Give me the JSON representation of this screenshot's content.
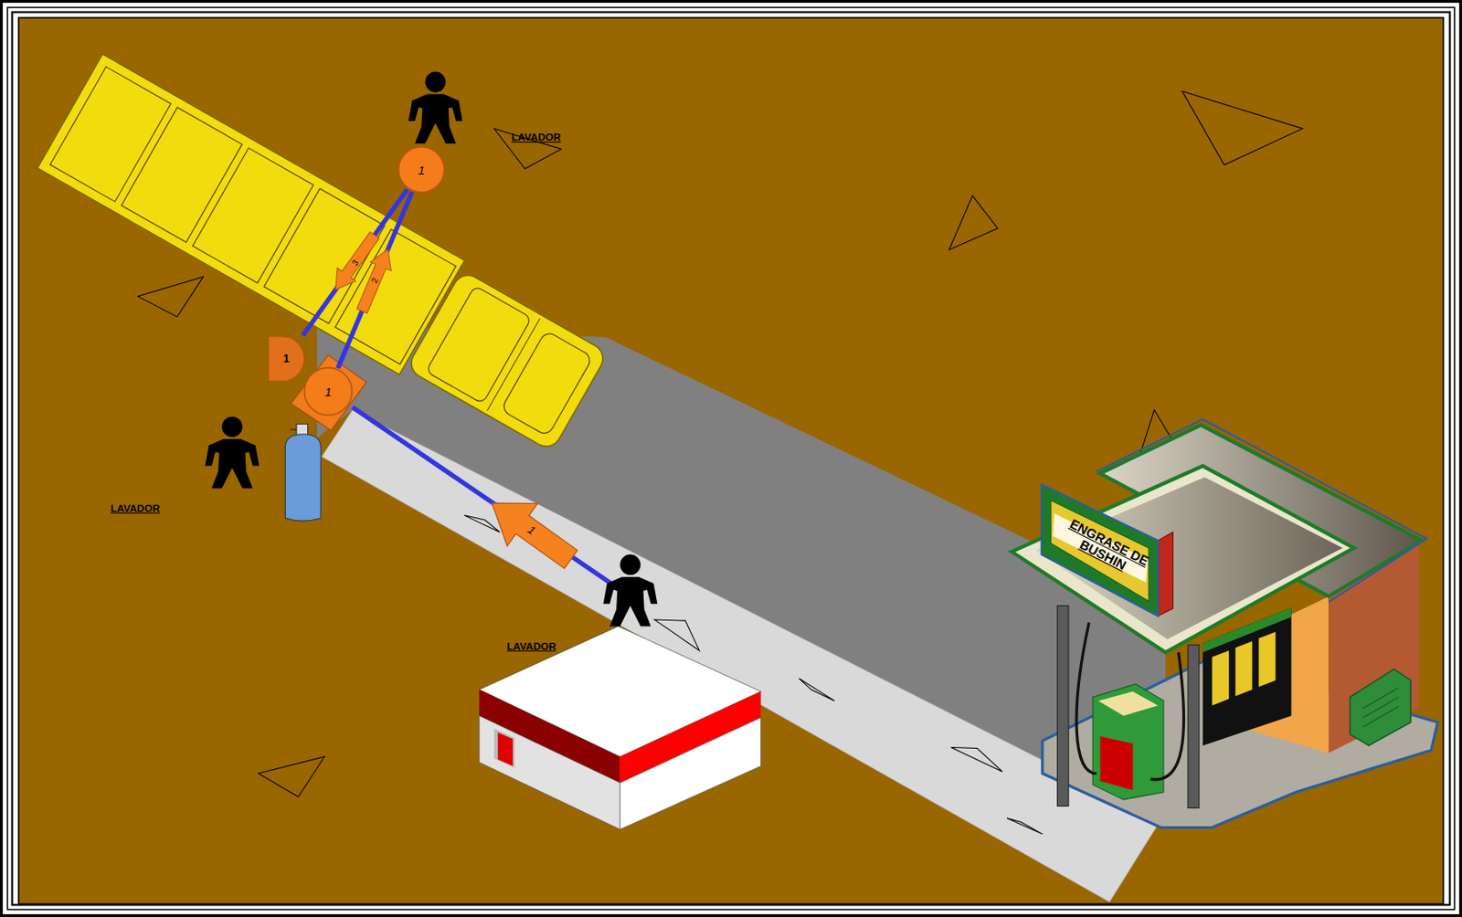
{
  "diagram": {
    "nodes": [
      {
        "text": [
          "1"
        ]
      },
      {
        "text": [
          "1"
        ]
      },
      {
        "text": [
          "1"
        ]
      },
      {
        "text": [
          "ENGRASE DE BUSHIN"
        ]
      }
    ],
    "edges": [
      {
        "from": 2,
        "to": 0,
        "arrow": "to",
        "label": "2"
      },
      {
        "from": 0,
        "to": 1,
        "arrow": "to",
        "label": "3"
      }
    ],
    "labels": [
      "LAVADOR",
      "LAVADOR",
      "1",
      "LAVADOR"
    ]
  }
}
